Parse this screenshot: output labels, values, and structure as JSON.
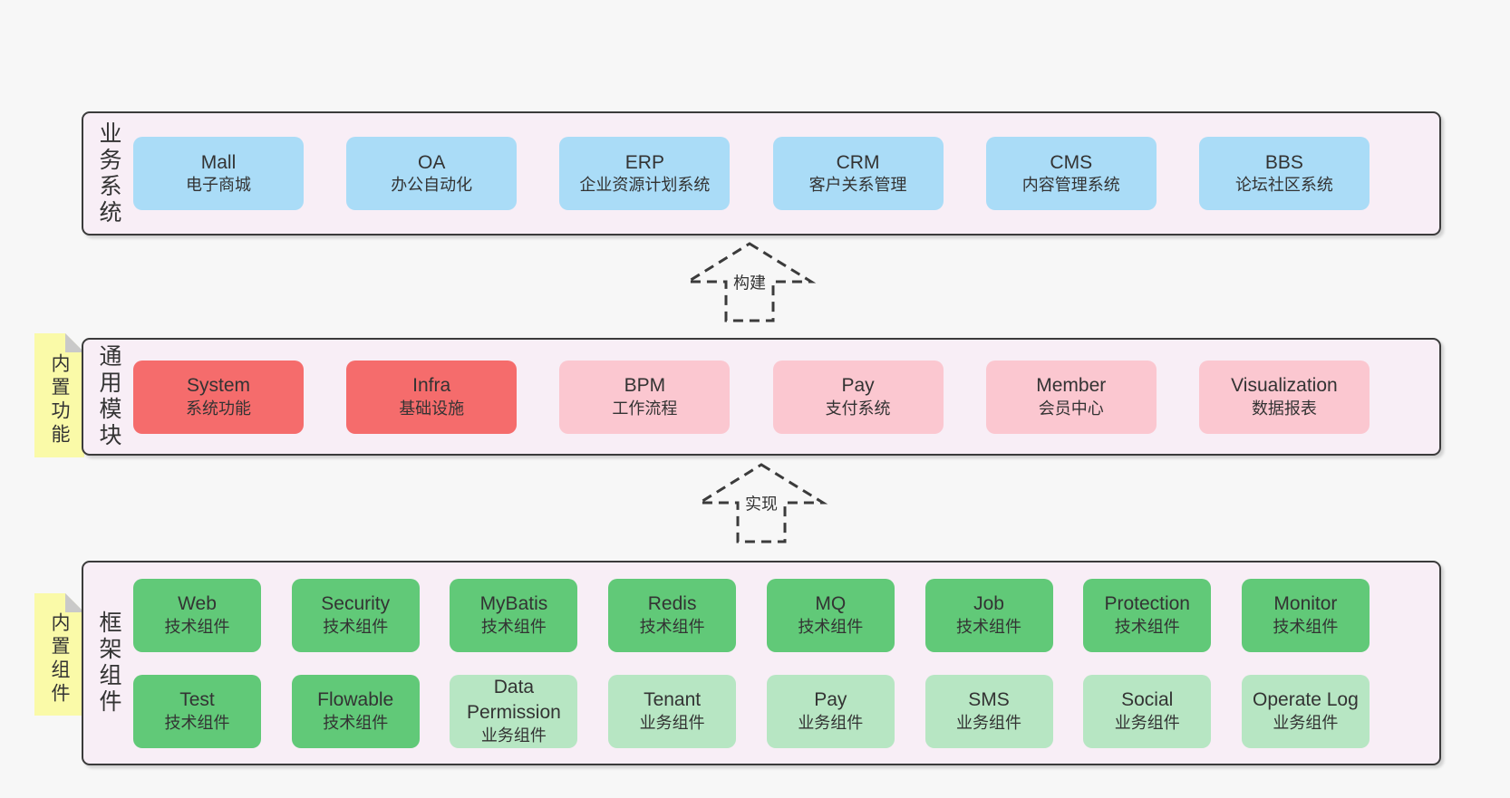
{
  "colors": {
    "page_bg": "#f7f7f7",
    "panel_bg": "#f8eef6",
    "panel_border": "#3b3b3b",
    "business_system_box": "#aadcf7",
    "core_module_box": "#f56c6c",
    "optional_module_box": "#fbc7d0",
    "tech_component_box": "#61c978",
    "biz_component_box": "#b7e6c3",
    "sticky_note": "#fafaa8",
    "sticky_fold": "#c9c9c9",
    "text": "#333333"
  },
  "arrows": [
    {
      "label": "构建"
    },
    {
      "label": "实现"
    }
  ],
  "stickies": [
    {
      "label": "内置功能"
    },
    {
      "label": "内置组件"
    }
  ],
  "sections": [
    {
      "label": "业务系统",
      "boxes": [
        {
          "title": "Mall",
          "subtitle": "电子商城",
          "variant": "blue"
        },
        {
          "title": "OA",
          "subtitle": "办公自动化",
          "variant": "blue"
        },
        {
          "title": "ERP",
          "subtitle": "企业资源计划系统",
          "variant": "blue"
        },
        {
          "title": "CRM",
          "subtitle": "客户关系管理",
          "variant": "blue"
        },
        {
          "title": "CMS",
          "subtitle": "内容管理系统",
          "variant": "blue"
        },
        {
          "title": "BBS",
          "subtitle": "论坛社区系统",
          "variant": "blue"
        }
      ]
    },
    {
      "label": "通用模块",
      "boxes": [
        {
          "title": "System",
          "subtitle": "系统功能",
          "variant": "red"
        },
        {
          "title": "Infra",
          "subtitle": "基础设施",
          "variant": "red"
        },
        {
          "title": "BPM",
          "subtitle": "工作流程",
          "variant": "pink"
        },
        {
          "title": "Pay",
          "subtitle": "支付系统",
          "variant": "pink"
        },
        {
          "title": "Member",
          "subtitle": "会员中心",
          "variant": "pink"
        },
        {
          "title": "Visualization",
          "subtitle": "数据报表",
          "variant": "pink"
        }
      ]
    },
    {
      "label": "框架组件",
      "rows": [
        [
          {
            "title": "Web",
            "subtitle": "技术组件",
            "variant": "tech"
          },
          {
            "title": "Security",
            "subtitle": "技术组件",
            "variant": "tech"
          },
          {
            "title": "MyBatis",
            "subtitle": "技术组件",
            "variant": "tech"
          },
          {
            "title": "Redis",
            "subtitle": "技术组件",
            "variant": "tech"
          },
          {
            "title": "MQ",
            "subtitle": "技术组件",
            "variant": "tech"
          },
          {
            "title": "Job",
            "subtitle": "技术组件",
            "variant": "tech"
          },
          {
            "title": "Protection",
            "subtitle": "技术组件",
            "variant": "tech"
          },
          {
            "title": "Monitor",
            "subtitle": "技术组件",
            "variant": "tech"
          }
        ],
        [
          {
            "title": "Test",
            "subtitle": "技术组件",
            "variant": "tech"
          },
          {
            "title": "Flowable",
            "subtitle": "技术组件",
            "variant": "tech"
          },
          {
            "title": "Data Permission",
            "subtitle": "业务组件",
            "variant": "biz"
          },
          {
            "title": "Tenant",
            "subtitle": "业务组件",
            "variant": "biz"
          },
          {
            "title": "Pay",
            "subtitle": "业务组件",
            "variant": "biz"
          },
          {
            "title": "SMS",
            "subtitle": "业务组件",
            "variant": "biz"
          },
          {
            "title": "Social",
            "subtitle": "业务组件",
            "variant": "biz"
          },
          {
            "title": "Operate Log",
            "subtitle": "业务组件",
            "variant": "biz"
          }
        ]
      ]
    }
  ]
}
